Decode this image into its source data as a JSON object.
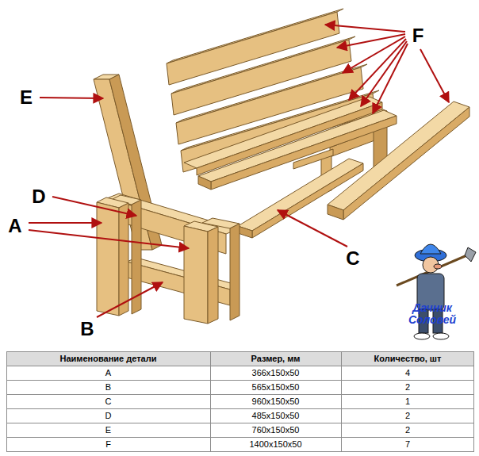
{
  "diagram": {
    "labels": [
      "E",
      "D",
      "A",
      "B",
      "C",
      "F",
      "Дачник Соловей",
      "Наименование детали",
      "Размер, мм",
      "Количество, шт",
      "A",
      "366x150x50",
      "4",
      "B",
      "565x150x50",
      "2",
      "C",
      "960x150x50",
      "1",
      "D",
      "485x150x50",
      "2",
      "E",
      "760x150x50",
      "2",
      "F",
      "1400x150x50",
      "7"
    ]
  }
}
